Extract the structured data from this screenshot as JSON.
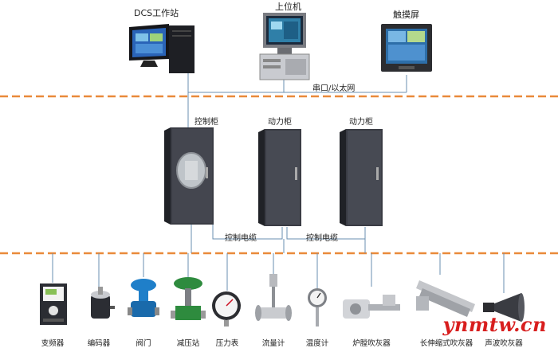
{
  "top_devices": {
    "dcs": {
      "label": "DCS工作站"
    },
    "host": {
      "label": "上位机"
    },
    "touch": {
      "label": "触摸屏"
    }
  },
  "network_label": "串口/以太网",
  "cabinets": [
    {
      "label": "控制柜"
    },
    {
      "label": "动力柜"
    },
    {
      "label": "动力柜"
    }
  ],
  "cable_labels": [
    "控制电缆",
    "控制电缆"
  ],
  "field_devices": [
    {
      "label": "变频器",
      "icon": "inverter-icon"
    },
    {
      "label": "编码器",
      "icon": "encoder-icon"
    },
    {
      "label": "阀门",
      "icon": "valve-icon"
    },
    {
      "label": "减压站",
      "icon": "pressure-reducing-station-icon"
    },
    {
      "label": "压力表",
      "icon": "pressure-gauge-icon"
    },
    {
      "label": "流量计",
      "icon": "flowmeter-icon"
    },
    {
      "label": "温度计",
      "icon": "thermometer-icon"
    },
    {
      "label": "炉膛吹灰器",
      "icon": "furnace-sootblower-icon"
    },
    {
      "label": "长伸缩式吹灰器",
      "icon": "long-retractable-sootblower-icon"
    },
    {
      "label": "声波吹灰器",
      "icon": "acoustic-sootblower-icon"
    }
  ],
  "watermark": "ynmtw.cn",
  "colors": {
    "dashed_line": "#e98a3a",
    "wire": "#6a8fb0",
    "cabinet": "#3a3c44"
  }
}
